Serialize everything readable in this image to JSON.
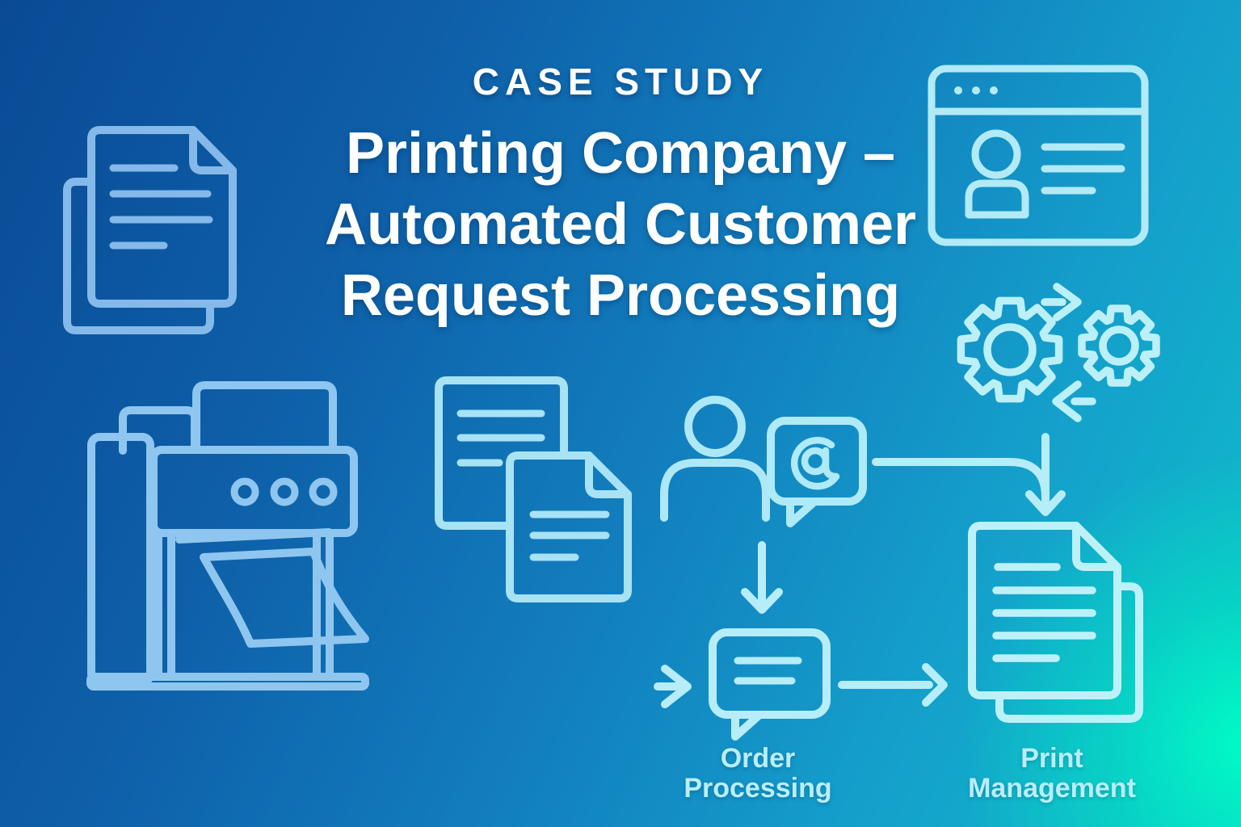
{
  "header": {
    "eyebrow": "CASE STUDY",
    "title_lines": [
      "Printing Company –",
      "Automated Customer",
      "Request Processing"
    ]
  },
  "flow": {
    "order_label_lines": [
      "Order",
      "Processing"
    ],
    "print_label_lines": [
      "Print",
      "Management"
    ]
  },
  "icons": {
    "at_symbol": "@",
    "names": [
      "document-stack-icon",
      "browser-profile-window-icon",
      "gears-sync-icon",
      "printing-press-icon",
      "document-copy-icon",
      "customer-person-icon",
      "email-at-bubble-icon",
      "order-chat-bubble-icon",
      "print-document-stack-icon"
    ]
  },
  "colors": {
    "bg_top_left": "#0a4a95",
    "bg_mid_blue": "#1280bf",
    "bg_teal": "#11b5cb",
    "bg_glow_mint": "#00ffc6",
    "icon_light_blue": "#85b9ea",
    "icon_printer_blue": "#8fc6ef",
    "icon_doc_cyan": "#a7e2f5",
    "icon_cyan": "#b6edf9",
    "title_text": "#ffffff",
    "label_text": "#b9eef9"
  }
}
